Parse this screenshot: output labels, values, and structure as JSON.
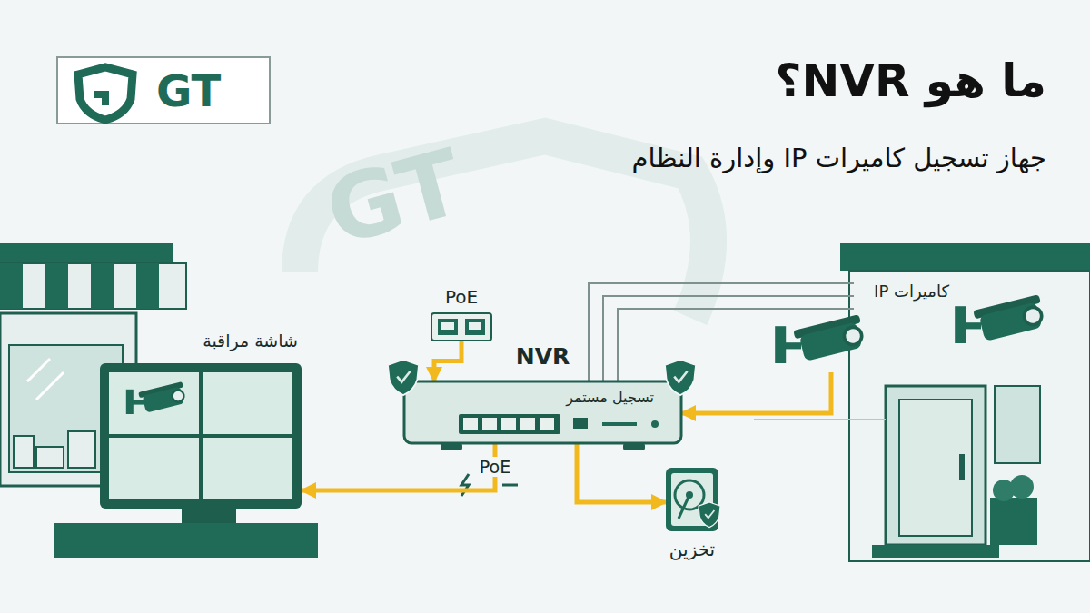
{
  "diagram": {
    "title": "ما هو NVR؟",
    "nodes": [
      {
        "text": [
          "GT"
        ]
      },
      {
        "text": [
          "PoE"
        ]
      },
      {
        "text": [
          "NVR",
          "تسجيل مستمر"
        ]
      },
      {
        "text": [
          "كاميرات IP"
        ]
      },
      {
        "text": [
          "شاشة مراقبة"
        ]
      },
      {
        "text": [
          "تخزين"
        ]
      }
    ],
    "edges": [
      {
        "from": 1,
        "to": 2,
        "arrow": "to"
      },
      {
        "from": 2,
        "to": 4,
        "label": "PoE",
        "arrow": "to"
      },
      {
        "from": 3,
        "to": 2,
        "arrow": "to"
      },
      {
        "from": 2,
        "to": 5,
        "arrow": "to"
      }
    ],
    "labels": [
      "جهاز تسجيل كاميرات IP وإدارة النظام",
      "GT"
    ]
  }
}
